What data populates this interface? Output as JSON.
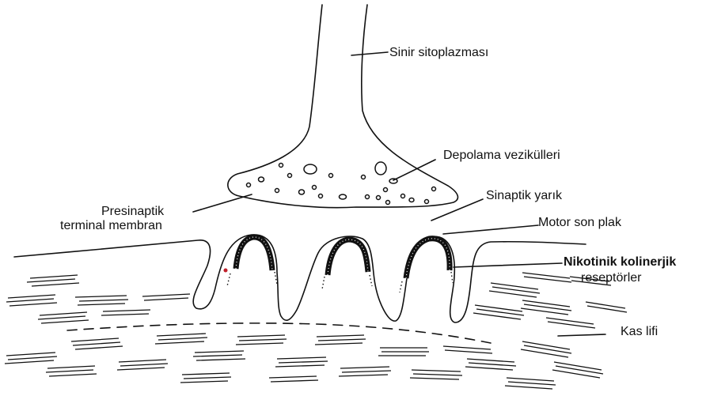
{
  "labels": {
    "sinir_sitoplazmasi": "Sinir sitoplazması",
    "depolama_vezikulleri": "Depolama vezikülleri",
    "sinaptik_yarik": "Sinaptik yarık",
    "presinaptik_line1": "Presinaptik",
    "presinaptik_line2": "terminal membran",
    "motor_son_plak": "Motor son plak",
    "nikotinik_line1": "Nikotinik kolinerjik",
    "nikotinik_line2": "reseptörler",
    "kas_lifi": "Kas lifi"
  },
  "colors": {
    "ink": "#111111",
    "background": "#ffffff",
    "accent": "#c0202a"
  }
}
